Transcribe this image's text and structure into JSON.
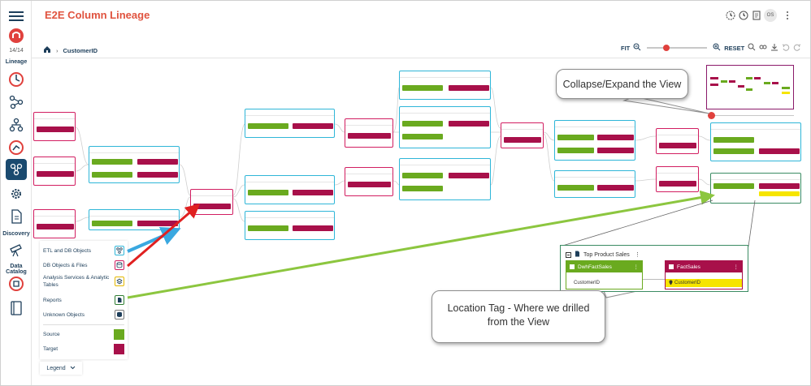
{
  "app": {
    "title": "E2E Column Lineage",
    "avatar_initials": "OS"
  },
  "rail": {
    "count": "14/14",
    "section_lineage": "Lineage",
    "section_discovery": "Discovery",
    "section_catalog": "Data Catalog"
  },
  "breadcrumb": {
    "current": "CustomerID"
  },
  "zoom": {
    "fit_label": "FIT",
    "reset_label": "RESET"
  },
  "legend": {
    "items": [
      {
        "label": "ETL and DB Objects",
        "icon": "etl-icon",
        "color": "#2fb6d8"
      },
      {
        "label": "DB Objects & Files",
        "icon": "db-objects-icon",
        "color": "#d21e61"
      },
      {
        "label": "Analysis Services & Analytic Tables",
        "icon": "analysis-icon",
        "color": "#e4b800"
      },
      {
        "label": "Reports",
        "icon": "report-icon",
        "color": "#2e7d32"
      },
      {
        "label": "Unknown Objects",
        "icon": "unknown-icon",
        "color": "#777777"
      },
      {
        "label": "Source",
        "color": "#6aaa1f"
      },
      {
        "label": "Target",
        "color": "#a8104a"
      }
    ],
    "toggle_label": "Legend"
  },
  "callouts": {
    "collapse": "Collapse/Expand the View",
    "location": "Location Tag - Where we drilled from the View"
  },
  "detail": {
    "title": "Top Product Sales",
    "source": {
      "name": "DwhFactSales",
      "column": "CustomerID"
    },
    "target": {
      "name": "FactSales",
      "column": "CustomerID"
    }
  },
  "colors": {
    "accent": "#e0533f",
    "rail_active": "#1a4a6f",
    "source": "#6aaa1f",
    "target": "#a8104a",
    "location": "#f6e500"
  }
}
